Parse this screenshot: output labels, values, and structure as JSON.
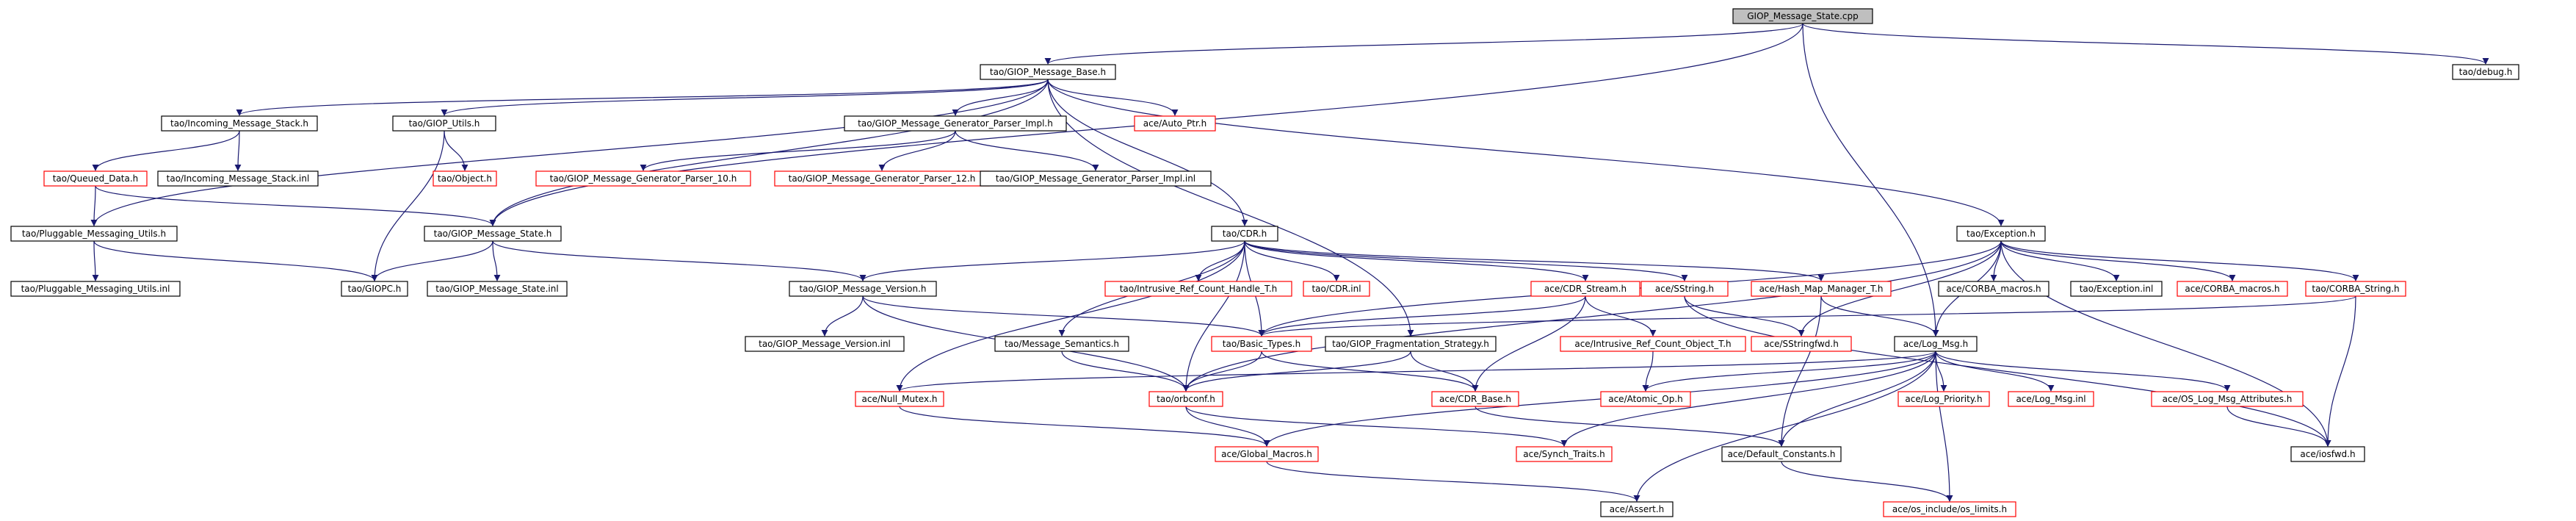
{
  "colors": {
    "edge": "#191970",
    "local_border": "#000000",
    "external_border": "#ff0000",
    "root_fill": "#bfbfbf",
    "node_fill": "#ffffff"
  },
  "nodes": [
    {
      "id": "root",
      "label": "GIOP_Message_State.cpp",
      "kind": "root"
    },
    {
      "id": "base",
      "label": "tao/GIOP_Message_Base.h",
      "kind": "local"
    },
    {
      "id": "debug",
      "label": "tao/debug.h",
      "kind": "local"
    },
    {
      "id": "ims",
      "label": "tao/Incoming_Message_Stack.h",
      "kind": "local"
    },
    {
      "id": "gu",
      "label": "tao/GIOP_Utils.h",
      "kind": "local"
    },
    {
      "id": "gpi",
      "label": "tao/GIOP_Message_Generator_Parser_Impl.h",
      "kind": "local"
    },
    {
      "id": "autoptr",
      "label": "ace/Auto_Ptr.h",
      "kind": "external"
    },
    {
      "id": "qd",
      "label": "tao/Queued_Data.h",
      "kind": "external"
    },
    {
      "id": "imsinl",
      "label": "tao/Incoming_Message_Stack.inl",
      "kind": "local"
    },
    {
      "id": "obj",
      "label": "tao/Object.h",
      "kind": "external"
    },
    {
      "id": "gp10",
      "label": "tao/GIOP_Message_Generator_Parser_10.h",
      "kind": "external"
    },
    {
      "id": "gp12",
      "label": "tao/GIOP_Message_Generator_Parser_12.h",
      "kind": "external"
    },
    {
      "id": "gpiinl",
      "label": "tao/GIOP_Message_Generator_Parser_Impl.inl",
      "kind": "local"
    },
    {
      "id": "pmu",
      "label": "tao/Pluggable_Messaging_Utils.h",
      "kind": "local"
    },
    {
      "id": "gms",
      "label": "tao/GIOP_Message_State.h",
      "kind": "local"
    },
    {
      "id": "cdr",
      "label": "tao/CDR.h",
      "kind": "local"
    },
    {
      "id": "exc",
      "label": "tao/Exception.h",
      "kind": "local"
    },
    {
      "id": "pmuinl",
      "label": "tao/Pluggable_Messaging_Utils.inl",
      "kind": "local"
    },
    {
      "id": "giopc",
      "label": "tao/GIOPC.h",
      "kind": "local"
    },
    {
      "id": "gmsinl",
      "label": "tao/GIOP_Message_State.inl",
      "kind": "local"
    },
    {
      "id": "gmv",
      "label": "tao/GIOP_Message_Version.h",
      "kind": "local"
    },
    {
      "id": "irch",
      "label": "tao/Intrusive_Ref_Count_Handle_T.h",
      "kind": "external"
    },
    {
      "id": "cdrinl",
      "label": "tao/CDR.inl",
      "kind": "external"
    },
    {
      "id": "cdrs",
      "label": "ace/CDR_Stream.h",
      "kind": "external"
    },
    {
      "id": "sstr",
      "label": "ace/SString.h",
      "kind": "external"
    },
    {
      "id": "hmm",
      "label": "ace/Hash_Map_Manager_T.h",
      "kind": "external"
    },
    {
      "id": "corbam",
      "label": "ace/CORBA_macros.h",
      "kind": "local"
    },
    {
      "id": "excinl",
      "label": "tao/Exception.inl",
      "kind": "local"
    },
    {
      "id": "acecorbam",
      "label": "ace/CORBA_macros.h",
      "kind": "external"
    },
    {
      "id": "corbastr",
      "label": "tao/CORBA_String.h",
      "kind": "external"
    },
    {
      "id": "gmvinl",
      "label": "tao/GIOP_Message_Version.inl",
      "kind": "local"
    },
    {
      "id": "msem",
      "label": "tao/Message_Semantics.h",
      "kind": "local"
    },
    {
      "id": "bt",
      "label": "tao/Basic_Types.h",
      "kind": "external"
    },
    {
      "id": "gfs",
      "label": "tao/GIOP_Fragmentation_Strategy.h",
      "kind": "local"
    },
    {
      "id": "iroc",
      "label": "ace/Intrusive_Ref_Count_Object_T.h",
      "kind": "external"
    },
    {
      "id": "sfwd",
      "label": "ace/SStringfwd.h",
      "kind": "external"
    },
    {
      "id": "logmsg",
      "label": "ace/Log_Msg.h",
      "kind": "local"
    },
    {
      "id": "nm",
      "label": "ace/Null_Mutex.h",
      "kind": "external"
    },
    {
      "id": "orbconf",
      "label": "tao/orbconf.h",
      "kind": "external"
    },
    {
      "id": "cdrbase",
      "label": "ace/CDR_Base.h",
      "kind": "external"
    },
    {
      "id": "atomic",
      "label": "ace/Atomic_Op.h",
      "kind": "external"
    },
    {
      "id": "logprio",
      "label": "ace/Log_Priority.h",
      "kind": "external"
    },
    {
      "id": "logmsginl",
      "label": "ace/Log_Msg.inl",
      "kind": "external"
    },
    {
      "id": "oslma",
      "label": "ace/OS_Log_Msg_Attributes.h",
      "kind": "external"
    },
    {
      "id": "globm",
      "label": "ace/Global_Macros.h",
      "kind": "external"
    },
    {
      "id": "synch",
      "label": "ace/Synch_Traits.h",
      "kind": "external"
    },
    {
      "id": "defc",
      "label": "ace/Default_Constants.h",
      "kind": "local"
    },
    {
      "id": "iosfwd",
      "label": "ace/iosfwd.h",
      "kind": "local"
    },
    {
      "id": "assert",
      "label": "ace/Assert.h",
      "kind": "local"
    },
    {
      "id": "oslimits",
      "label": "ace/os_include/os_limits.h",
      "kind": "external"
    }
  ],
  "edges": [
    [
      "root",
      "base"
    ],
    [
      "root",
      "debug"
    ],
    [
      "root",
      "gms"
    ],
    [
      "root",
      "logmsg"
    ],
    [
      "base",
      "ims"
    ],
    [
      "base",
      "gu"
    ],
    [
      "base",
      "gpi"
    ],
    [
      "base",
      "autoptr"
    ],
    [
      "base",
      "pmu"
    ],
    [
      "base",
      "gms"
    ],
    [
      "base",
      "cdr"
    ],
    [
      "base",
      "gfs"
    ],
    [
      "base",
      "exc"
    ],
    [
      "ims",
      "qd"
    ],
    [
      "ims",
      "imsinl"
    ],
    [
      "qd",
      "pmu"
    ],
    [
      "qd",
      "gms"
    ],
    [
      "gu",
      "obj"
    ],
    [
      "gu",
      "giopc"
    ],
    [
      "gpi",
      "gp10"
    ],
    [
      "gpi",
      "gp12"
    ],
    [
      "gpi",
      "gpiinl"
    ],
    [
      "pmu",
      "pmuinl"
    ],
    [
      "pmu",
      "giopc"
    ],
    [
      "gms",
      "giopc"
    ],
    [
      "gms",
      "gmsinl"
    ],
    [
      "gms",
      "gmv"
    ],
    [
      "cdr",
      "gmv"
    ],
    [
      "cdr",
      "irch"
    ],
    [
      "cdr",
      "cdrinl"
    ],
    [
      "cdr",
      "cdrs"
    ],
    [
      "cdr",
      "sstr"
    ],
    [
      "cdr",
      "hmm"
    ],
    [
      "cdr",
      "msem"
    ],
    [
      "cdr",
      "bt"
    ],
    [
      "cdr",
      "orbconf"
    ],
    [
      "cdr",
      "nm"
    ],
    [
      "exc",
      "corbam"
    ],
    [
      "exc",
      "excinl"
    ],
    [
      "exc",
      "acecorbam"
    ],
    [
      "exc",
      "corbastr"
    ],
    [
      "exc",
      "sfwd"
    ],
    [
      "exc",
      "bt"
    ],
    [
      "exc",
      "orbconf"
    ],
    [
      "exc",
      "iosfwd"
    ],
    [
      "exc",
      "logmsg"
    ],
    [
      "gmv",
      "gmvinl"
    ],
    [
      "gmv",
      "bt"
    ],
    [
      "gmv",
      "orbconf"
    ],
    [
      "msem",
      "orbconf"
    ],
    [
      "bt",
      "orbconf"
    ],
    [
      "bt",
      "cdrbase"
    ],
    [
      "gfs",
      "orbconf"
    ],
    [
      "gfs",
      "cdrbase"
    ],
    [
      "cdrs",
      "iroc"
    ],
    [
      "cdrs",
      "cdrbase"
    ],
    [
      "cdrs",
      "bt"
    ],
    [
      "sstr",
      "sfwd"
    ],
    [
      "sstr",
      "iosfwd"
    ],
    [
      "hmm",
      "logmsg"
    ],
    [
      "hmm",
      "defc"
    ],
    [
      "corbastr",
      "bt"
    ],
    [
      "corbastr",
      "iosfwd"
    ],
    [
      "iroc",
      "atomic"
    ],
    [
      "logmsg",
      "atomic"
    ],
    [
      "logmsg",
      "logprio"
    ],
    [
      "logmsg",
      "logmsginl"
    ],
    [
      "logmsg",
      "oslma"
    ],
    [
      "logmsg",
      "globm"
    ],
    [
      "logmsg",
      "synch"
    ],
    [
      "logmsg",
      "defc"
    ],
    [
      "logmsg",
      "assert"
    ],
    [
      "logmsg",
      "oslimits"
    ],
    [
      "logmsg",
      "nm"
    ],
    [
      "oslma",
      "iosfwd"
    ],
    [
      "nm",
      "globm"
    ],
    [
      "orbconf",
      "globm"
    ],
    [
      "orbconf",
      "synch"
    ],
    [
      "cdrbase",
      "defc"
    ],
    [
      "globm",
      "assert"
    ],
    [
      "defc",
      "oslimits"
    ]
  ]
}
